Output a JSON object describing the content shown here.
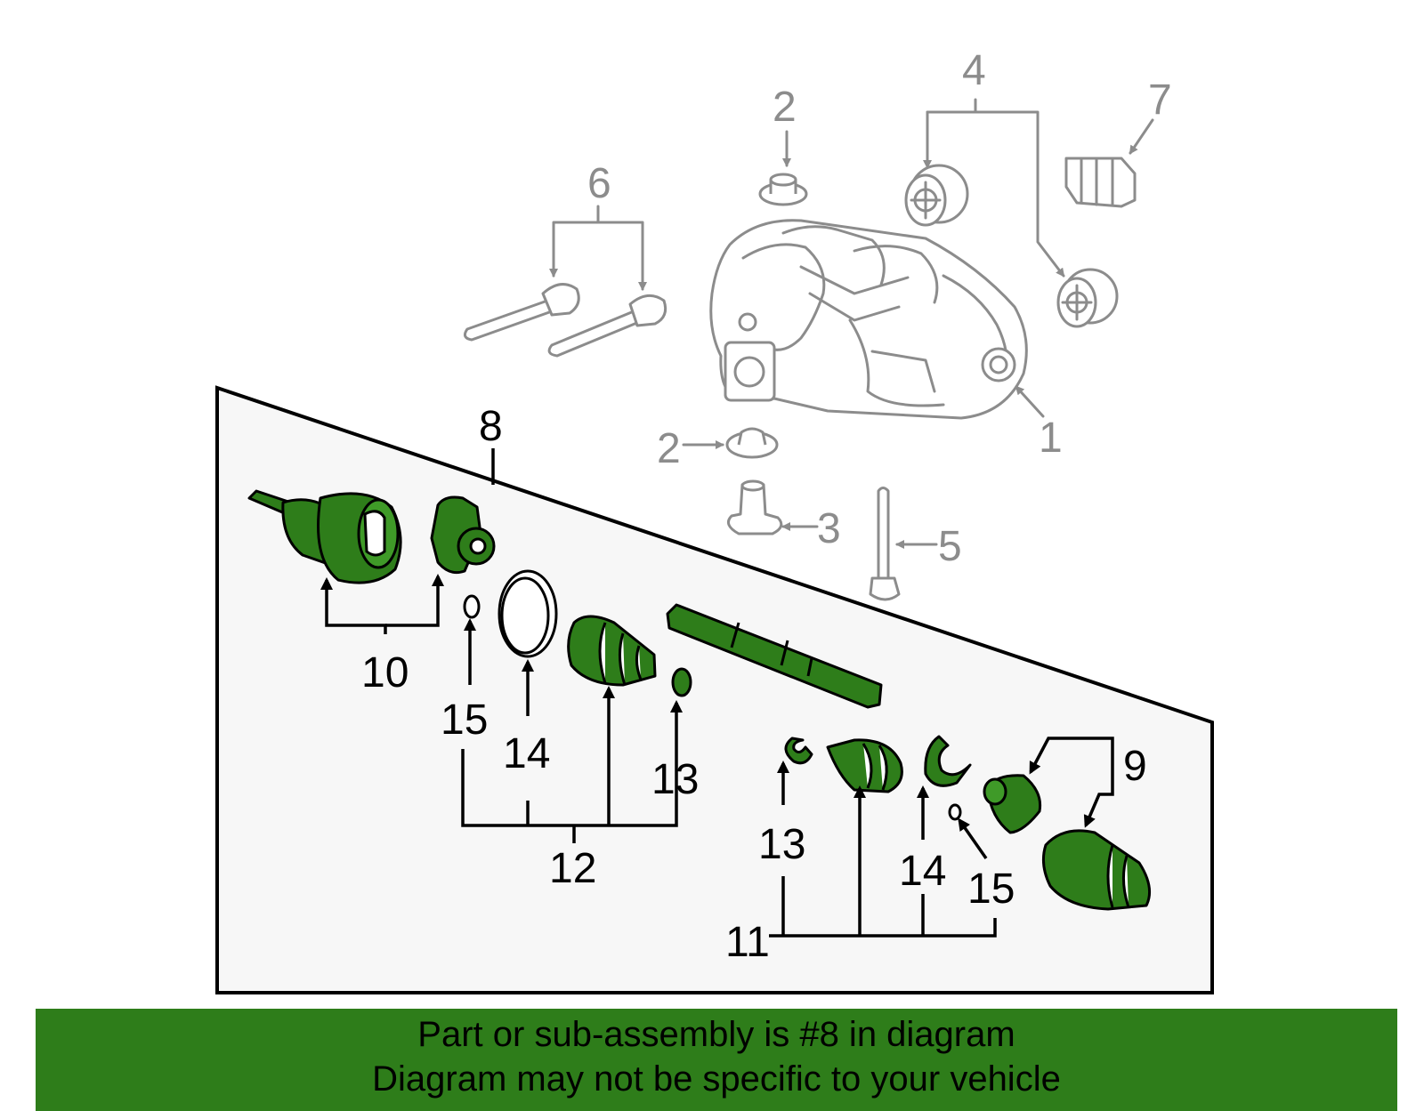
{
  "callouts_background": [
    {
      "id": "c1",
      "text": "1"
    },
    {
      "id": "c2a",
      "text": "2"
    },
    {
      "id": "c2b",
      "text": "2"
    },
    {
      "id": "c3",
      "text": "3"
    },
    {
      "id": "c4",
      "text": "4"
    },
    {
      "id": "c5",
      "text": "5"
    },
    {
      "id": "c6",
      "text": "6"
    },
    {
      "id": "c7",
      "text": "7"
    }
  ],
  "callouts_assembly": [
    {
      "id": "c8",
      "text": "8"
    },
    {
      "id": "c9",
      "text": "9"
    },
    {
      "id": "c10",
      "text": "10"
    },
    {
      "id": "c11",
      "text": "11"
    },
    {
      "id": "c12",
      "text": "12"
    },
    {
      "id": "c13a",
      "text": "13"
    },
    {
      "id": "c13b",
      "text": "13"
    },
    {
      "id": "c14a",
      "text": "14"
    },
    {
      "id": "c14b",
      "text": "14"
    },
    {
      "id": "c15a",
      "text": "15"
    },
    {
      "id": "c15b",
      "text": "15"
    }
  ],
  "colors": {
    "highlight_green": "#2e7d1a",
    "banner_green": "#2e7d1a",
    "background_parts_grey": "#8c8c8c",
    "panel_fill": "#f7f7f7"
  },
  "banner": {
    "line1": "Part or sub-assembly is #8 in diagram",
    "line2": "Diagram may not be specific to your vehicle"
  }
}
